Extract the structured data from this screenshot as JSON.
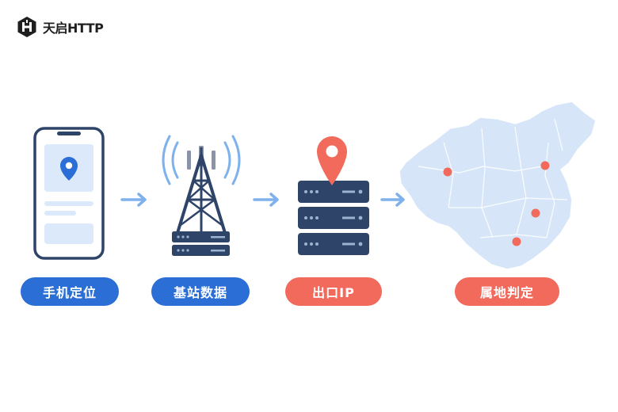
{
  "brand": {
    "name": "天启HTTP",
    "logo_icon": "hexagon-h-logo-icon"
  },
  "colors": {
    "navy": "#2e4468",
    "blue_pill": "#2b6fd6",
    "red_pill": "#f26a5c",
    "arrow": "#7fb2ec",
    "map_fill": "#d6e6f8",
    "pin_red": "#f26a5c"
  },
  "steps": [
    {
      "label": "手机定位",
      "icon": "smartphone-location-icon",
      "pill_color": "blue"
    },
    {
      "label": "基站数据",
      "icon": "cell-tower-icon",
      "pill_color": "blue"
    },
    {
      "label": "出口IP",
      "icon": "server-pin-icon",
      "pill_color": "red"
    },
    {
      "label": "属地判定",
      "icon": "china-map-icon",
      "pill_color": "red"
    }
  ],
  "connectors": [
    "arrow-right-icon",
    "arrow-right-icon",
    "arrow-right-icon"
  ]
}
